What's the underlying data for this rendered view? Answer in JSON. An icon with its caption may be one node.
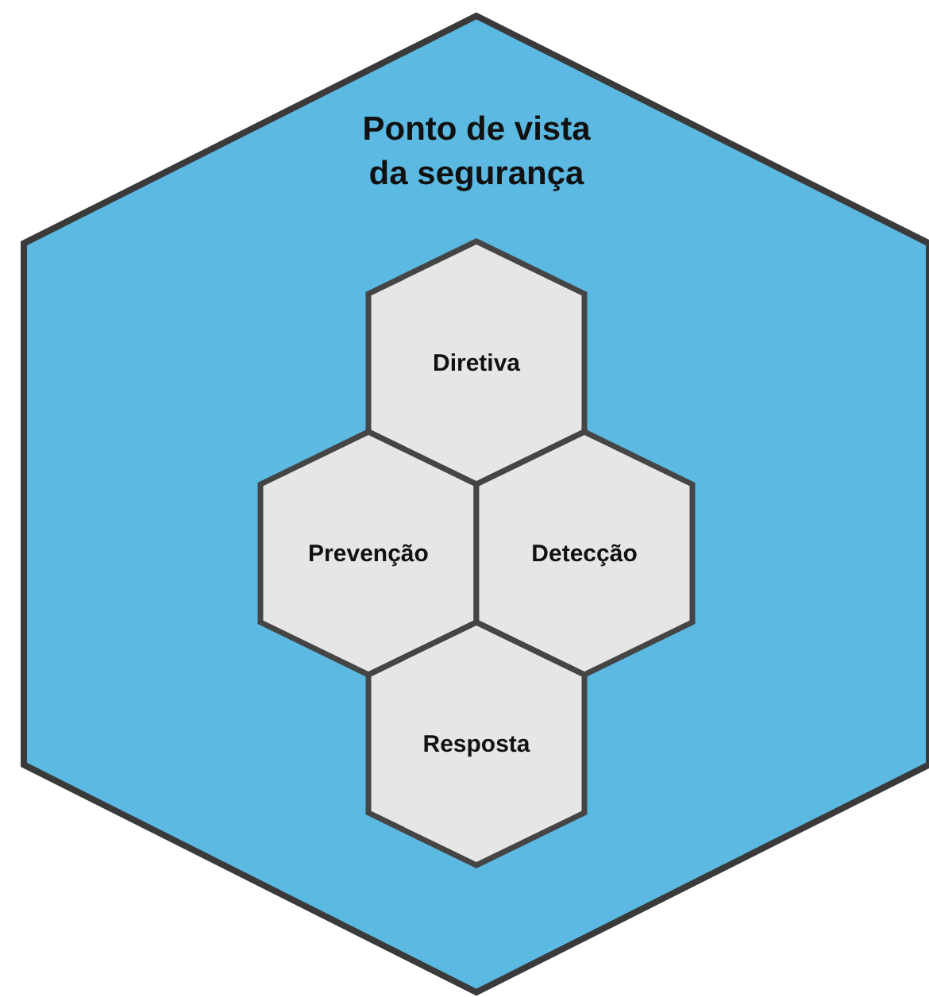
{
  "diagram": {
    "nodes": [
      {
        "text": [
          "Ponto de vista da segurança"
        ]
      },
      {
        "text": [
          "Diretiva"
        ],
        "in": 0
      },
      {
        "text": [
          "Prevenção"
        ],
        "in": 0
      },
      {
        "text": [
          "Detecção"
        ],
        "in": 0
      },
      {
        "text": [
          "Resposta"
        ],
        "in": 0
      }
    ]
  }
}
